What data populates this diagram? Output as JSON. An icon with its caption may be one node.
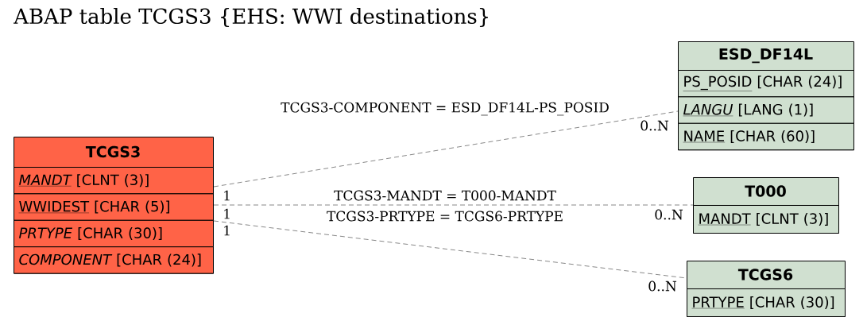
{
  "diagram": {
    "title": "ABAP table TCGS3 {EHS: WWI destinations}",
    "nodes": [
      {
        "text": [
          "TCGS3"
        ]
      },
      {
        "text": [
          "MANDT",
          "[CLNT (3)]"
        ],
        "in": 0
      },
      {
        "text": [
          "WWIDEST",
          "[CHAR (5)]"
        ],
        "in": 0
      },
      {
        "text": [
          "PRTYPE",
          "[CHAR (30)]"
        ],
        "in": 0
      },
      {
        "text": [
          "COMPONENT",
          "[CHAR (24)]"
        ],
        "in": 0
      },
      {
        "text": [
          "ESD_DF14L"
        ]
      },
      {
        "text": [
          "PS_POSID",
          "[CHAR (24)]"
        ],
        "in": 5
      },
      {
        "text": [
          "LANGU",
          "[LANG (1)]"
        ],
        "in": 5
      },
      {
        "text": [
          "NAME",
          "[CHAR (60)]"
        ],
        "in": 5
      },
      {
        "text": [
          "T000"
        ]
      },
      {
        "text": [
          "MANDT",
          "[CLNT (3)]"
        ],
        "in": 9
      },
      {
        "text": [
          "TCGS6"
        ]
      },
      {
        "text": [
          "PRTYPE",
          "[CHAR (30)]"
        ],
        "in": 11
      }
    ],
    "edges": [
      {
        "from": 0,
        "to": 5,
        "arrow": "none",
        "style": "dashed",
        "label": "TCGS3-COMPONENT = ESD_DF14L-PS_POSID"
      },
      {
        "from": 0,
        "to": 9,
        "arrow": "none",
        "style": "dashed",
        "label": "TCGS3-MANDT = T000-MANDT"
      },
      {
        "from": 0,
        "to": 11,
        "arrow": "none",
        "style": "dashed",
        "label": "TCGS3-PRTYPE = TCGS6-PRTYPE"
      }
    ],
    "labels": [
      "0..N",
      "1",
      "1",
      "0..N",
      "1",
      "0..N"
    ]
  }
}
